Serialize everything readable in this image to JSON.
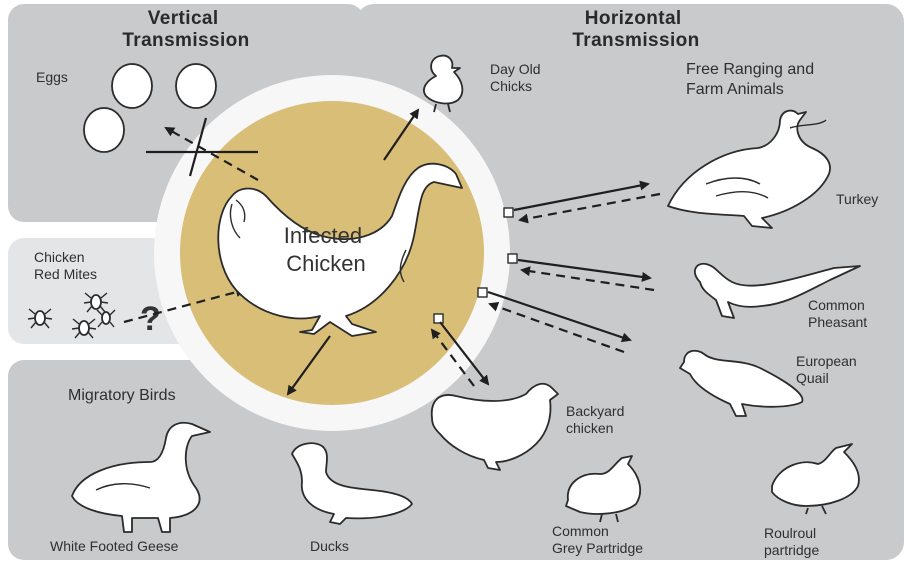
{
  "sections": {
    "vertical": "Vertical\nTransmission",
    "horizontal": "Horizontal\nTransmission"
  },
  "center_label": "Infected\nChicken",
  "labels": {
    "eggs": "Eggs",
    "red_mites": "Chicken\nRed Mites",
    "unknown_mark": "?",
    "day_old_chicks": "Day Old\nChicks",
    "free_ranging": "Free Ranging and\nFarm Animals",
    "turkey": "Turkey",
    "pheasant": "Common\nPheasant",
    "quail": "European\nQuail",
    "backyard": "Backyard\nchicken",
    "migratory": "Migratory Birds",
    "geese": "White Footed Geese",
    "ducks": "Ducks",
    "partridge": "Common\nGrey Partridge",
    "roulroul": "Roulroul\npartridge"
  },
  "colors": {
    "panel_gray": "#c9cacc",
    "panel_light": "#e4e5e7",
    "infection_gold": "#d9be78",
    "halo": "#f7f7f7"
  }
}
